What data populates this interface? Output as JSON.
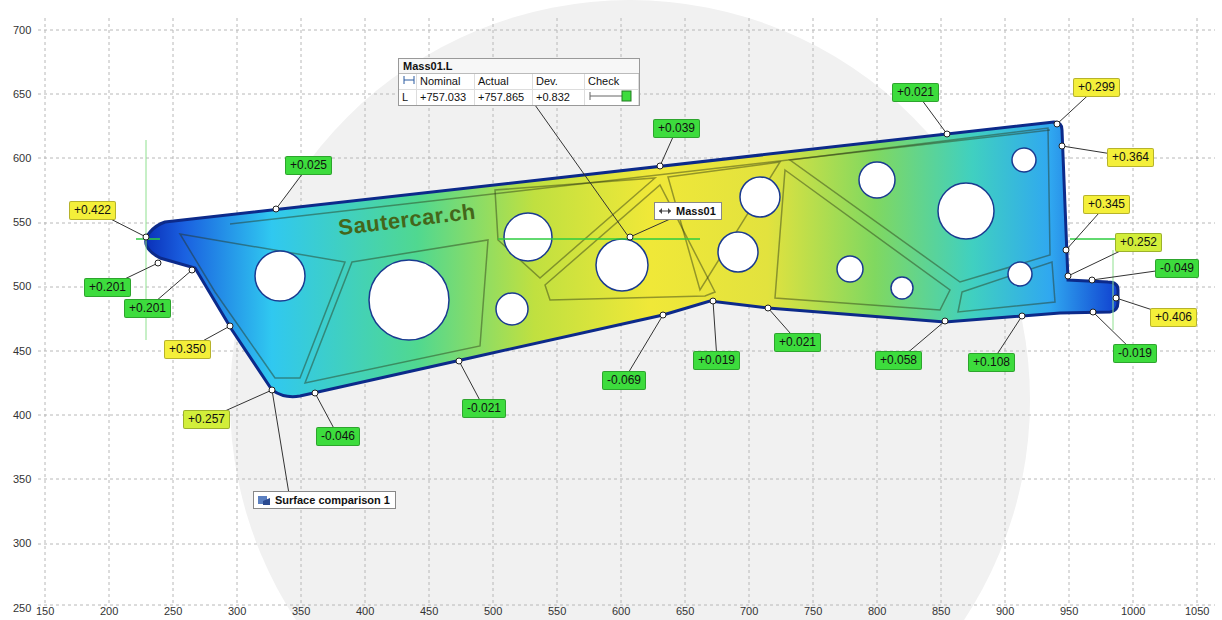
{
  "diagram": {
    "nodes": [
      {
        "text": [
          "Mass01.L",
          "Nominal",
          "Actual",
          "Dev.",
          "Check",
          "L",
          "+757.033",
          "+757.865",
          "+0.832"
        ]
      },
      {
        "text": [
          "+0.299"
        ]
      },
      {
        "text": [
          "+0.021"
        ]
      },
      {
        "text": [
          "+0.039"
        ]
      },
      {
        "text": [
          "+0.364"
        ]
      },
      {
        "text": [
          "+0.025"
        ]
      },
      {
        "text": [
          "+0.345"
        ]
      },
      {
        "text": [
          "Mass01"
        ]
      },
      {
        "text": [
          "+0.422"
        ]
      },
      {
        "text": [
          "+0.252"
        ]
      },
      {
        "text": [
          "-0.049"
        ]
      },
      {
        "text": [
          "+0.201"
        ]
      },
      {
        "text": [
          "+0.201"
        ]
      },
      {
        "text": [
          "+0.406"
        ]
      },
      {
        "text": [
          "+0.350"
        ]
      },
      {
        "text": [
          "-0.019"
        ]
      },
      {
        "text": [
          "+0.021"
        ]
      },
      {
        "text": [
          "+0.019"
        ]
      },
      {
        "text": [
          "+0.058"
        ]
      },
      {
        "text": [
          "+0.108"
        ]
      },
      {
        "text": [
          "-0.069"
        ]
      },
      {
        "text": [
          "-0.021"
        ]
      },
      {
        "text": [
          "+0.257"
        ]
      },
      {
        "text": [
          "-0.046"
        ]
      },
      {
        "text": [
          "Surface comparison 1"
        ]
      }
    ],
    "labels": [
      "150",
      "200",
      "250",
      "300",
      "350",
      "400",
      "450",
      "500",
      "550",
      "600",
      "650",
      "700",
      "750",
      "800",
      "850",
      "900",
      "950",
      "1000",
      "1050",
      "700",
      "650",
      "600",
      "550",
      "500",
      "450",
      "400",
      "350",
      "300",
      "250",
      "Sautercar.ch"
    ]
  }
}
